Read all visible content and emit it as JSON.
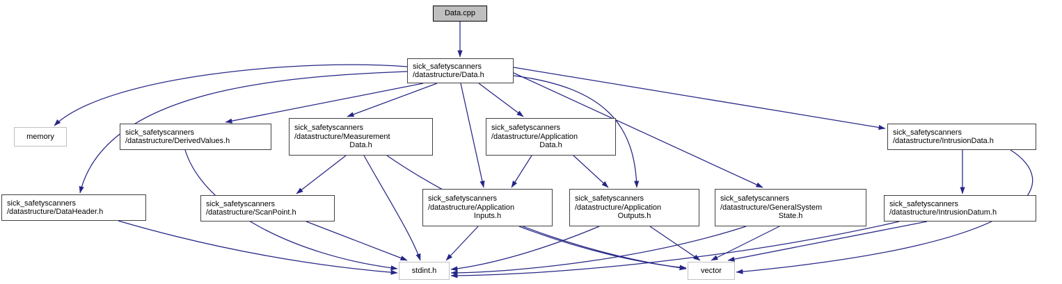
{
  "diagram": {
    "type": "include-dependency-graph",
    "colors": {
      "edge": "#252586",
      "node_border": "#404040",
      "system_node_border": "#c0c0c0",
      "source_node_fill": "#bfbfbf",
      "node_fill": "#ffffff",
      "text": "#000000"
    },
    "nodes": [
      {
        "id": "data_cpp",
        "label": "Data.cpp",
        "type": "source"
      },
      {
        "id": "data_h",
        "label": "sick_safetyscanners\n/datastructure/Data.h",
        "type": "header"
      },
      {
        "id": "memory",
        "label": "memory",
        "type": "system"
      },
      {
        "id": "derivedvalues",
        "label": "sick_safetyscanners\n/datastructure/DerivedValues.h",
        "type": "header"
      },
      {
        "id": "measurementdata",
        "label": "sick_safetyscanners\n/datastructure/Measurement\nData.h",
        "type": "header"
      },
      {
        "id": "applicationdata",
        "label": "sick_safetyscanners\n/datastructure/Application\nData.h",
        "type": "header"
      },
      {
        "id": "intrusiondata",
        "label": "sick_safetyscanners\n/datastructure/IntrusionData.h",
        "type": "header"
      },
      {
        "id": "dataheader",
        "label": "sick_safetyscanners\n/datastructure/DataHeader.h",
        "type": "header"
      },
      {
        "id": "scanpoint",
        "label": "sick_safetyscanners\n/datastructure/ScanPoint.h",
        "type": "header"
      },
      {
        "id": "applicationinputs",
        "label": "sick_safetyscanners\n/datastructure/Application\nInputs.h",
        "type": "header"
      },
      {
        "id": "applicationoutputs",
        "label": "sick_safetyscanners\n/datastructure/Application\nOutputs.h",
        "type": "header"
      },
      {
        "id": "generalsystemstate",
        "label": "sick_safetyscanners\n/datastructure/GeneralSystem\nState.h",
        "type": "header"
      },
      {
        "id": "intrusiondatum",
        "label": "sick_safetyscanners\n/datastructure/IntrusionDatum.h",
        "type": "header"
      },
      {
        "id": "stdint",
        "label": "stdint.h",
        "type": "system"
      },
      {
        "id": "vector",
        "label": "vector",
        "type": "system"
      }
    ],
    "edges": [
      {
        "from": "data_cpp",
        "to": "data_h"
      },
      {
        "from": "data_h",
        "to": "memory"
      },
      {
        "from": "data_h",
        "to": "dataheader"
      },
      {
        "from": "data_h",
        "to": "derivedvalues"
      },
      {
        "from": "data_h",
        "to": "measurementdata"
      },
      {
        "from": "data_h",
        "to": "applicationdata"
      },
      {
        "from": "data_h",
        "to": "applicationinputs"
      },
      {
        "from": "data_h",
        "to": "applicationoutputs"
      },
      {
        "from": "data_h",
        "to": "generalsystemstate"
      },
      {
        "from": "data_h",
        "to": "intrusiondata"
      },
      {
        "from": "derivedvalues",
        "to": "stdint"
      },
      {
        "from": "dataheader",
        "to": "stdint"
      },
      {
        "from": "measurementdata",
        "to": "scanpoint"
      },
      {
        "from": "measurementdata",
        "to": "stdint"
      },
      {
        "from": "measurementdata",
        "to": "vector"
      },
      {
        "from": "scanpoint",
        "to": "stdint"
      },
      {
        "from": "applicationdata",
        "to": "applicationinputs"
      },
      {
        "from": "applicationdata",
        "to": "applicationoutputs"
      },
      {
        "from": "applicationinputs",
        "to": "stdint"
      },
      {
        "from": "applicationinputs",
        "to": "vector"
      },
      {
        "from": "applicationoutputs",
        "to": "stdint"
      },
      {
        "from": "applicationoutputs",
        "to": "vector"
      },
      {
        "from": "generalsystemstate",
        "to": "stdint"
      },
      {
        "from": "generalsystemstate",
        "to": "vector"
      },
      {
        "from": "intrusiondata",
        "to": "intrusiondatum"
      },
      {
        "from": "intrusiondata",
        "to": "vector"
      },
      {
        "from": "intrusiondatum",
        "to": "stdint"
      },
      {
        "from": "intrusiondatum",
        "to": "vector"
      }
    ]
  }
}
